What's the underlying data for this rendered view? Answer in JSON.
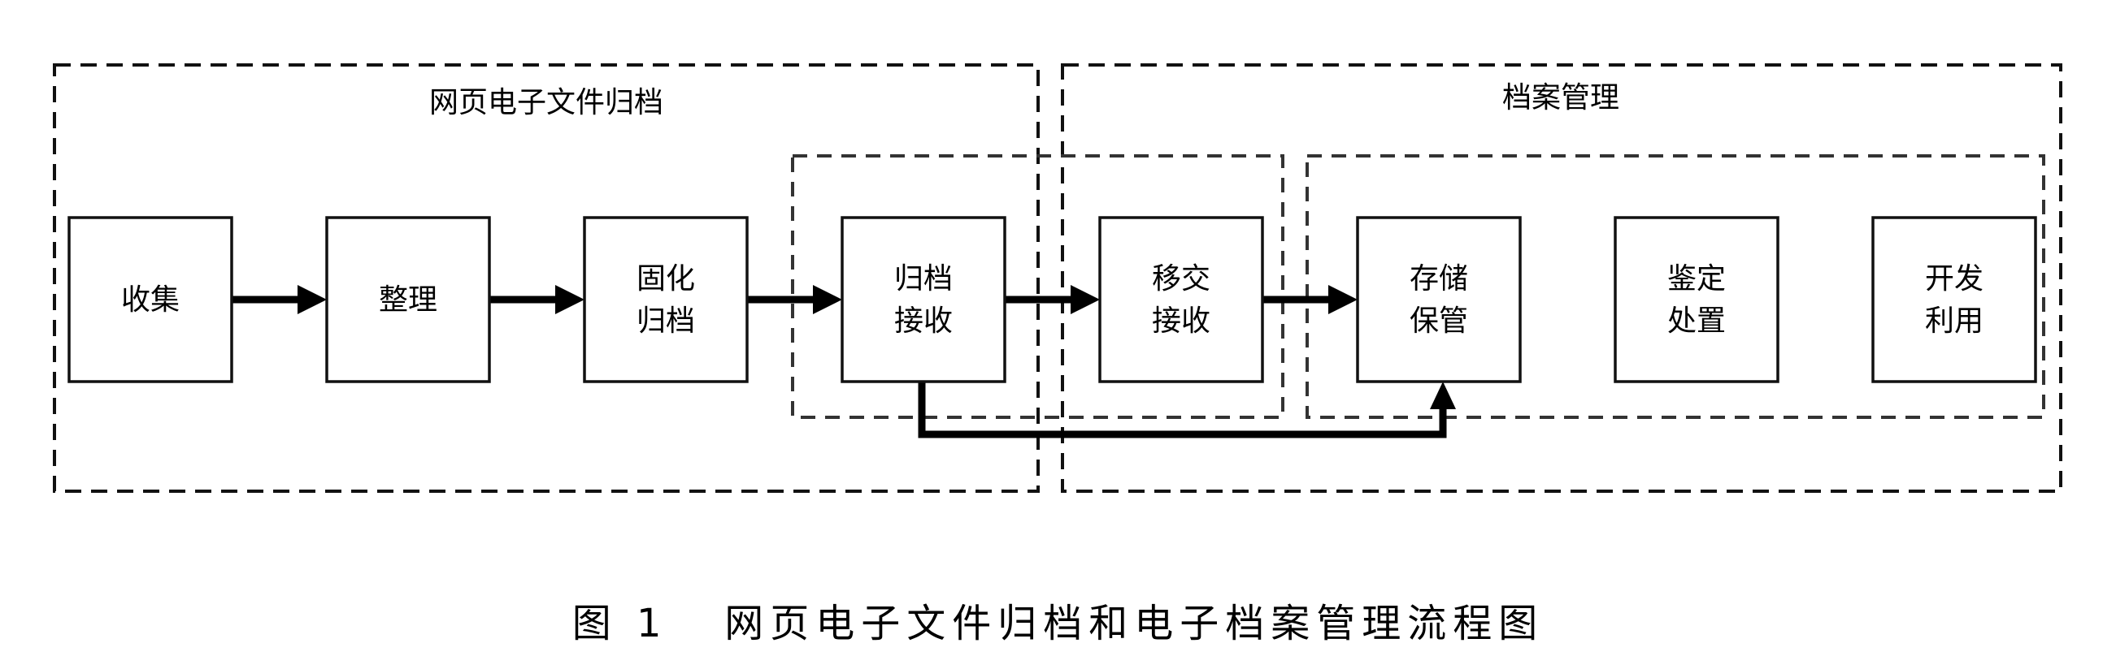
{
  "groups": {
    "web_archiving": {
      "title": "网页电子文件归档"
    },
    "records_management": {
      "title": "档案管理"
    }
  },
  "boxes": [
    {
      "id": "collect",
      "lines": [
        "收集"
      ]
    },
    {
      "id": "organize",
      "lines": [
        "整理"
      ]
    },
    {
      "id": "solidify",
      "lines": [
        "固化",
        "归档"
      ]
    },
    {
      "id": "archive-receive",
      "lines": [
        "归档",
        "接收"
      ]
    },
    {
      "id": "transfer-receive",
      "lines": [
        "移交",
        "接收"
      ]
    },
    {
      "id": "store-keep",
      "lines": [
        "存储",
        "保管"
      ]
    },
    {
      "id": "appraise-dispose",
      "lines": [
        "鉴定",
        "处置"
      ]
    },
    {
      "id": "develop-use",
      "lines": [
        "开发",
        "利用"
      ]
    }
  ],
  "edges": [
    {
      "from": "collect",
      "to": "organize"
    },
    {
      "from": "organize",
      "to": "solidify"
    },
    {
      "from": "solidify",
      "to": "archive-receive"
    },
    {
      "from": "archive-receive",
      "to": "transfer-receive"
    },
    {
      "from": "transfer-receive",
      "to": "store-keep"
    },
    {
      "from": "archive-receive",
      "to": "store-keep",
      "route": "below"
    }
  ],
  "caption": "图 1   网页电子文件归档和电子档案管理流程图"
}
